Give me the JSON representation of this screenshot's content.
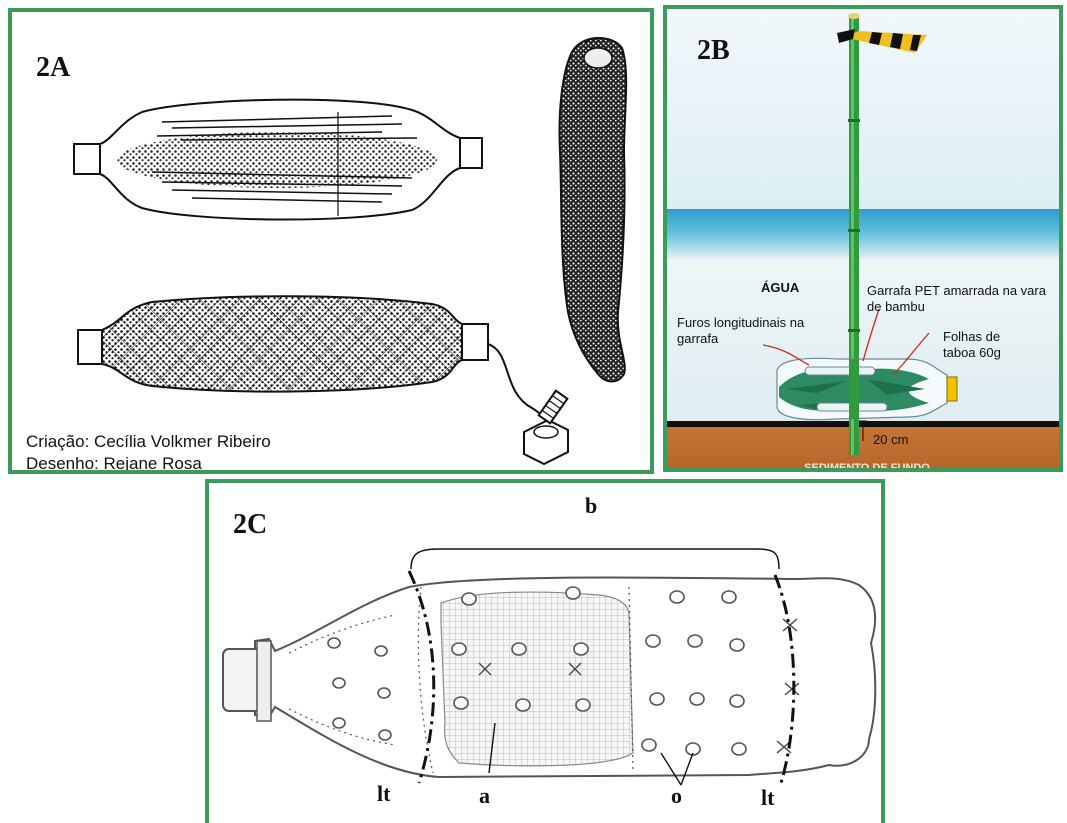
{
  "panel_a": {
    "label": "2A",
    "credit_line1": "Criação: Cecília Volkmer Ribeiro",
    "credit_line2": "Desenho: Rejane Rosa"
  },
  "panel_b": {
    "label": "2B",
    "water_label": "ÁGUA",
    "bottle_label": "Garrafa PET amarrada na vara de bambu",
    "holes_label": "Furos longitudinais na garrafa",
    "leaves_label": "Folhas de taboa 60g",
    "depth_label": "20 cm",
    "sediment_label": "SEDIMENTO DE FUNDO",
    "colors": {
      "sky": "#e6f2f4",
      "water": "#3aa6cc",
      "sediment": "#b86a2c",
      "bamboo": "#2f9a3e",
      "leaves": "#2e8a62"
    }
  },
  "panel_c": {
    "label": "2C",
    "label_b": "b",
    "label_a": "a",
    "label_o": "o",
    "label_lt_left": "lt",
    "label_lt_right": "lt"
  }
}
